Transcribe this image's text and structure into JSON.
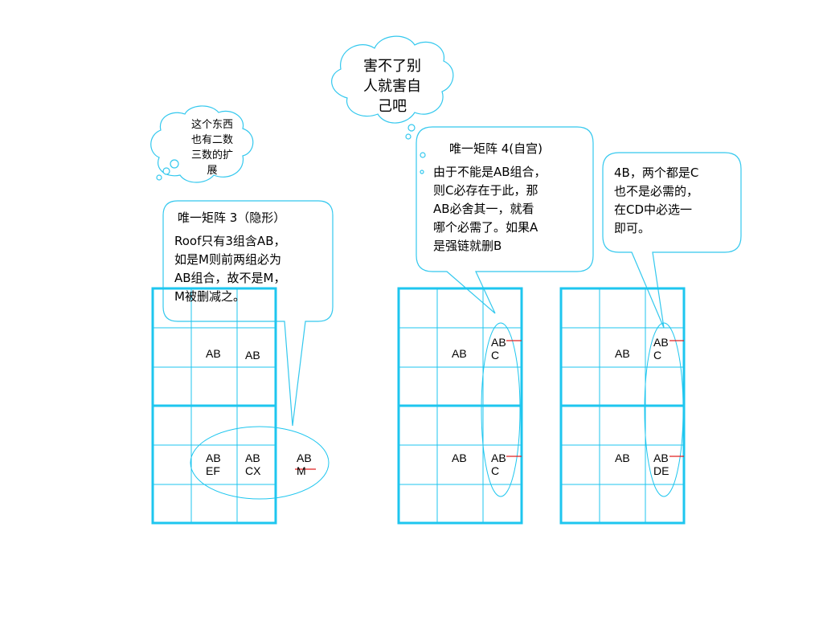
{
  "cloud_big": {
    "lines": [
      "害不了别",
      "人就害自",
      "己吧"
    ]
  },
  "cloud_small": {
    "lines": [
      "这个东西",
      "也有二数",
      "三数的扩",
      "展"
    ]
  },
  "callout_left": {
    "title": "唯一矩阵 3（隐形）",
    "lines": [
      "Roof只有3组含AB，",
      "如是M则前两组必为",
      "AB组合，故不是M，",
      "M被删减之。"
    ]
  },
  "callout_middle": {
    "title": "唯一矩阵 4(自宫)",
    "lines": [
      "由于不能是AB组合，",
      "则C必存在于此，那",
      "AB必舍其一，就看",
      "哪个必需了。如果A",
      "是强链就删B"
    ]
  },
  "callout_right": {
    "lines": [
      "4B，两个都是C",
      "也不是必需的，",
      "在CD中必选一",
      "即可。"
    ]
  },
  "grid_left": {
    "top": [
      {
        "line1": "AB"
      },
      {
        "line1": "AB"
      }
    ],
    "bottom": [
      {
        "line1": "AB",
        "line2": "EF"
      },
      {
        "line1": "AB",
        "line2": "CX"
      },
      {
        "line1": "AB",
        "line2": "M"
      }
    ]
  },
  "grid_middle": {
    "top": [
      {
        "line1": "AB"
      },
      {
        "line1": "AB",
        "line2": "C"
      }
    ],
    "bottom": [
      {
        "line1": "AB"
      },
      {
        "line1": "AB",
        "line2": "C"
      }
    ]
  },
  "grid_right": {
    "top": [
      {
        "line1": "AB"
      },
      {
        "line1": "AB",
        "line2": "C"
      }
    ],
    "bottom": [
      {
        "line1": "AB"
      },
      {
        "line1": "AB",
        "line2": "DE"
      }
    ]
  },
  "colors": {
    "grid": "#1ec6ef",
    "callout_stroke": "#33c8ee",
    "strike": "#e02020"
  }
}
